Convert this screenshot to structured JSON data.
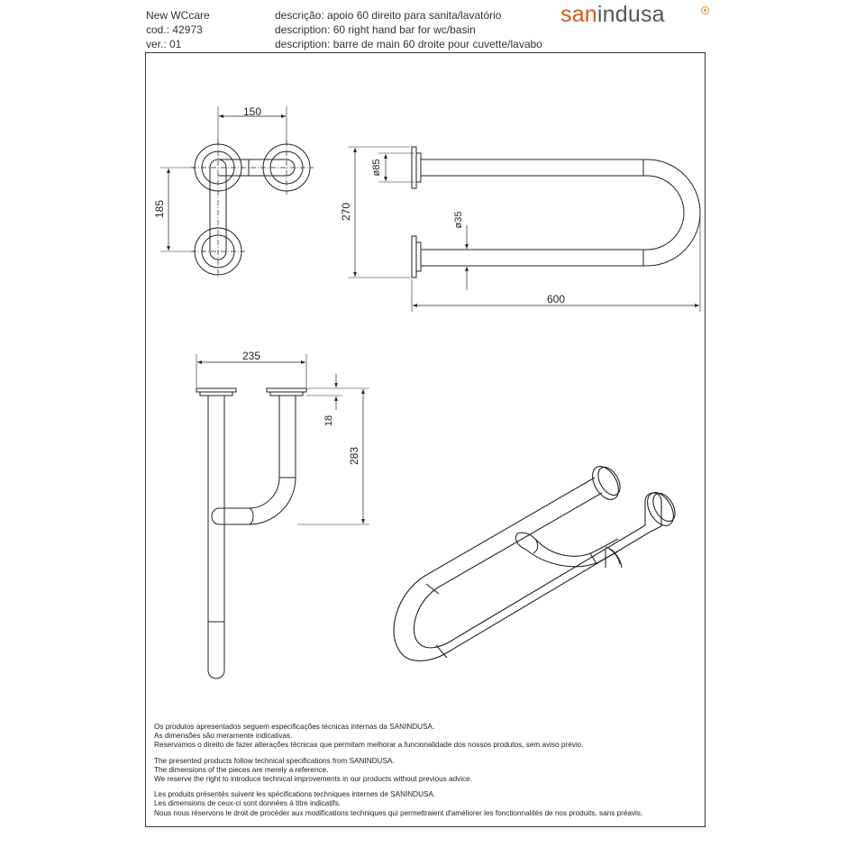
{
  "header": {
    "product_name": "New WCcare",
    "code": "cod.: 42973",
    "version": "ver.: 01",
    "desc_pt": "descrição: apoio 60 direito para sanita/lavatório",
    "desc_en": "description: 60 right hand bar for wc/basin",
    "desc_fr": "description: barre de main 60 droite pour cuvette/lavabo"
  },
  "logo": {
    "part1": "san",
    "part2": "indusa"
  },
  "colors": {
    "logo_orange": "#d05a1a",
    "logo_gray": "#555555",
    "line": "#222222"
  },
  "dimensions": {
    "top_width": "150",
    "top_depth": "185",
    "side_flange": "ø85",
    "side_height": "270",
    "side_tube": "ø35",
    "side_length": "600",
    "front_width": "235",
    "front_flange": "18",
    "front_height": "283"
  },
  "notes": {
    "pt": [
      "Os produtos apresentados seguem especificações técnicas internas da SANINDUSA.",
      "As dimensões são meramente indicativas.",
      "Reservamos o direito de fazer alterações técnicas que permitam melhorar a funcionalidade dos nossos produtos, sem aviso prévio."
    ],
    "en": [
      "The presented products follow technical specifications from SANINDUSA.",
      "The dimensions of the pieces are merely a reference.",
      "We reserve the right to introduce technical improvements in our products without previous advice."
    ],
    "fr": [
      "Les produits présentés suivent les spécifications techniques internes de SANINDUSA.",
      "Les dimensions de ceux-ci sont données à titre indicatifs.",
      "Nous nous réservons le droit de procéder aux modifications techniques qui permettraient d'améliorer les fonctionnalités de nos produits, sans préavis."
    ]
  }
}
